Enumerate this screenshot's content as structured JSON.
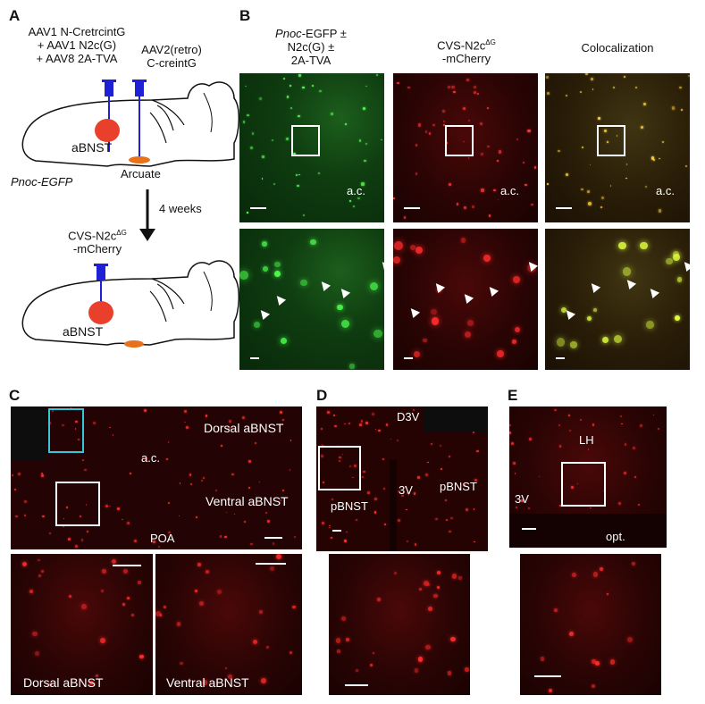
{
  "panels": {
    "A": {
      "letter": "A",
      "inj1": [
        "AAV1 N-CretrcintG",
        "+ AAV1 N2c(G)",
        "+ AAV8 2A-TVA"
      ],
      "inj2": [
        "AAV2(retro)",
        "C-creintG"
      ],
      "region1": "aBNST",
      "region2": "Arcuate",
      "mouse": "Pnoc-EGFP",
      "interval": "4 weeks",
      "virus_line1": "CVS-N2c",
      "virus_sup": "ΔG",
      "virus_line2": "-mCherry",
      "region3": "aBNST"
    },
    "B": {
      "letter": "B",
      "col1": [
        "Pnoc-EGFP ±",
        "N2c(G) ±",
        "2A-TVA"
      ],
      "col1_italic": "Pnoc",
      "col2_line1": "CVS-N2c",
      "col2_sup": "ΔG",
      "col2_line2": "-mCherry",
      "col3": "Colocalization",
      "ac": "a.c."
    },
    "C": {
      "letter": "C",
      "dorsal": "Dorsal aBNST",
      "ventral": "Ventral aBNST",
      "ac": "a.c.",
      "poa": "POA",
      "zoom1": "Dorsal aBNST",
      "zoom2": "Ventral aBNST"
    },
    "D": {
      "letter": "D",
      "d3v": "D3V",
      "v3": "3V",
      "pbnst1": "pBNST",
      "pbnst2": "pBNST"
    },
    "E": {
      "letter": "E",
      "lh": "LH",
      "v3": "3V",
      "opt": "opt."
    }
  },
  "colors": {
    "injector": "#1f1fd6",
    "aBNST": "#e8402a",
    "arcuate": "#e8721c",
    "box_highlight": "#35c6d8"
  }
}
